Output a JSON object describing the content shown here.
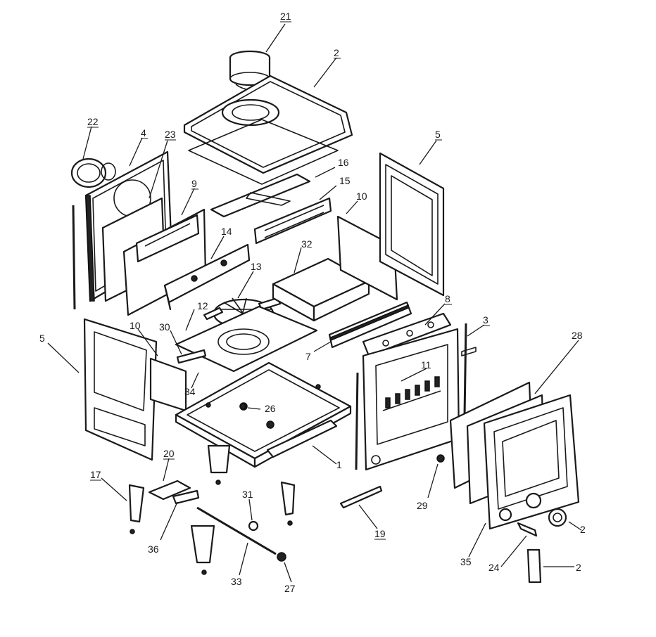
{
  "diagram": {
    "callouts": [
      {
        "id": "c1",
        "text": "1"
      },
      {
        "id": "c2",
        "text": "2"
      },
      {
        "id": "c3",
        "text": "3"
      },
      {
        "id": "c4",
        "text": "4"
      },
      {
        "id": "c5a",
        "text": "5"
      },
      {
        "id": "c5b",
        "text": "5"
      },
      {
        "id": "c7",
        "text": "7"
      },
      {
        "id": "c8",
        "text": "8"
      },
      {
        "id": "c9",
        "text": "9"
      },
      {
        "id": "c10a",
        "text": "10"
      },
      {
        "id": "c10b",
        "text": "10"
      },
      {
        "id": "c11",
        "text": "11"
      },
      {
        "id": "c12",
        "text": "12"
      },
      {
        "id": "c13",
        "text": "13"
      },
      {
        "id": "c14",
        "text": "14"
      },
      {
        "id": "c15",
        "text": "15"
      },
      {
        "id": "c16",
        "text": "16"
      },
      {
        "id": "c17",
        "text": "17"
      },
      {
        "id": "c19",
        "text": "19"
      },
      {
        "id": "c20",
        "text": "20"
      },
      {
        "id": "c21",
        "text": "21"
      },
      {
        "id": "c22",
        "text": "22"
      },
      {
        "id": "c23",
        "text": "23"
      },
      {
        "id": "c24",
        "text": "24"
      },
      {
        "id": "c25a",
        "text": "2"
      },
      {
        "id": "c25b",
        "text": "2"
      },
      {
        "id": "c26",
        "text": "26"
      },
      {
        "id": "c27",
        "text": "27"
      },
      {
        "id": "c28",
        "text": "28"
      },
      {
        "id": "c29",
        "text": "29"
      },
      {
        "id": "c30",
        "text": "30"
      },
      {
        "id": "c31",
        "text": "31"
      },
      {
        "id": "c32",
        "text": "32"
      },
      {
        "id": "c33",
        "text": "33"
      },
      {
        "id": "c34",
        "text": "34"
      },
      {
        "id": "c35",
        "text": "35"
      },
      {
        "id": "c36",
        "text": "36"
      }
    ]
  }
}
